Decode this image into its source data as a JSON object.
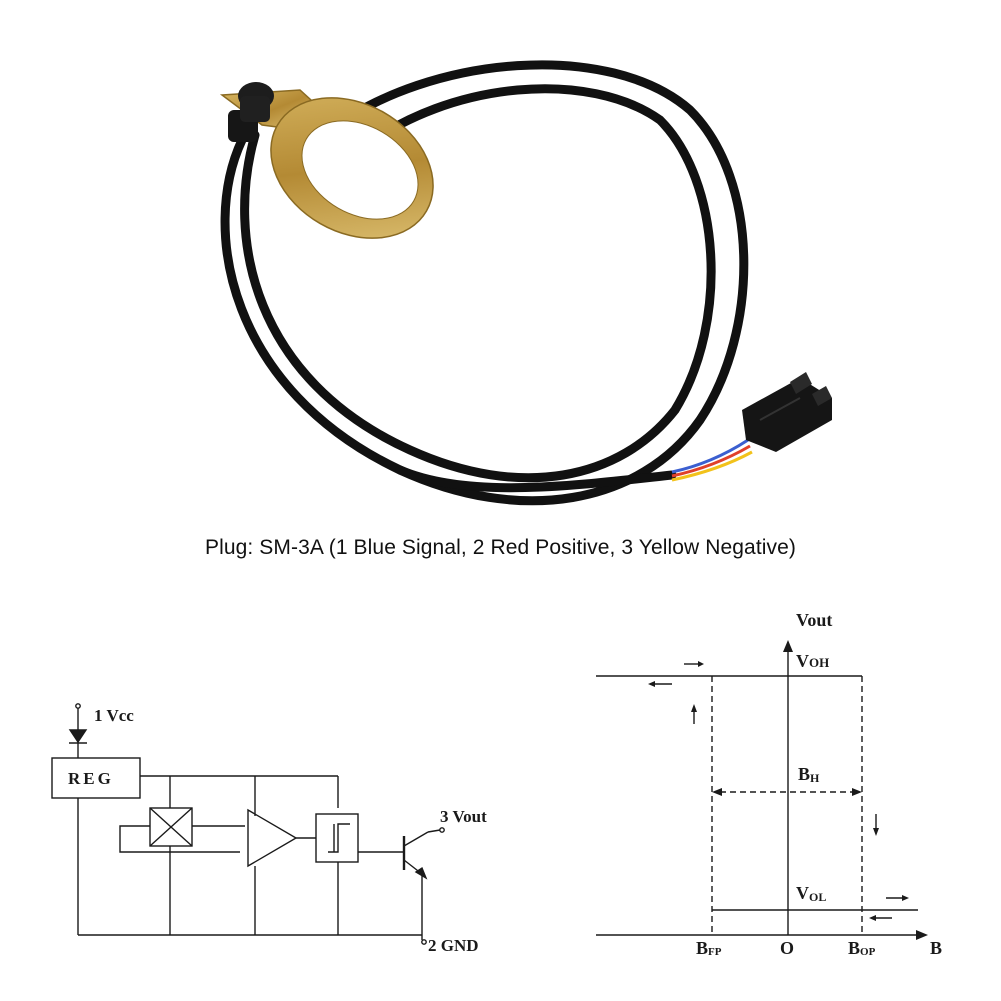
{
  "caption": "Plug: SM-3A (1 Blue Signal, 2 Red Positive, 3 Yellow Negative)",
  "circuit": {
    "pin1_label": "1  Vcc",
    "reg_label": "REG",
    "pin3_label": "3  Vout",
    "pin2_label": "2  GND"
  },
  "hysteresis": {
    "vout_label": "Vout",
    "voh_label": "V",
    "voh_sub": "OH",
    "bh_label": "B",
    "bh_sub": "H",
    "vol_label": "V",
    "vol_sub": "OL",
    "bfp_label": "B",
    "bfp_sub": "FP",
    "o_label": "O",
    "bop_label": "B",
    "bop_sub": "OP",
    "b_axis_label": "B"
  },
  "colors": {
    "cable": "#111111",
    "bracket": "#c8a24a",
    "wire_blue": "#3b5fd0",
    "wire_red": "#e0402a",
    "wire_yellow": "#f2c21b",
    "line": "#1a1a1a"
  }
}
